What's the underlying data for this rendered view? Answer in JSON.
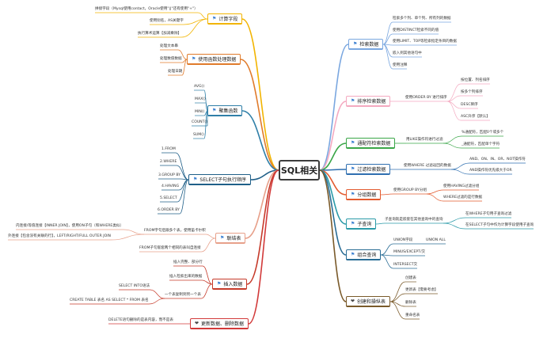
{
  "center": {
    "label": "SQL相关"
  },
  "branches": [
    {
      "label": "计算字段",
      "icon": "flag-icon",
      "color": "#f2b400",
      "children": [
        "拼接字段（Mysql使用contact，Oracle使用\"||\"还有使用\"+\"）",
        "使用别名，AS关键字",
        "执行算术运算【加减乘除】"
      ]
    },
    {
      "label": "使用函数处理数据",
      "icon": "flag-icon",
      "color": "#e07b2b",
      "children": [
        "处理文本串",
        "处理数值数据",
        "处理日期"
      ]
    },
    {
      "label": "聚集函数",
      "icon": "flag-icon",
      "color": "#2f7fa8",
      "children": [
        "AVG()",
        "MAX()",
        "MIN()",
        "COUNT()",
        "SUM()"
      ]
    },
    {
      "label": "SELECT子句执行顺序",
      "icon": "flag-icon",
      "color": "#1f5f88",
      "children": [
        "1.FROM",
        "2.WHERE",
        "3.GROUP BY",
        "4.HAVING",
        "5.SELECT",
        "6.ORDER BY"
      ]
    },
    {
      "label": "联结表",
      "icon": "flag-icon",
      "color": "#e7a08a",
      "children": [
        "FROM字句后跟多个表，使用笛卡尔积"
      ],
      "sub": [
        "内连接/等值连接【INNER JOIN】，使用ON子句（和WHERE类似）",
        "外连接【包含没有关联的行】，LEFT/RIGHT/FULL OUTER JOIN"
      ],
      "extra": "FROM子句嵌套两个相同的表叫自连接"
    },
    {
      "label": "插入数据",
      "icon": "flag-icon",
      "color": "#c63a2a",
      "children": [
        "插入完整、部分行",
        "插入检索出来的数据",
        "一个表复制到另一个表"
      ],
      "sub": [
        "SELECT INTO语法",
        "CREATE TABLE 表名 AS SELECT * FROM 表名"
      ]
    },
    {
      "label": "更新数据、删除数据",
      "icon": "heart-icon",
      "color": "#d23a3a",
      "children": [
        "DELETE语句删除的是表内容，而不是表"
      ]
    },
    {
      "label": "检索数据",
      "icon": "flag-icon",
      "color": "#7aa7e0",
      "children": [
        "检索多个列、单个列、所有列的数据",
        "使用DISTINCT检索不同的值",
        "使用LIMIT、TOP等检索指定条目的数据",
        "嵌入到其他语句中",
        "使用注释"
      ]
    },
    {
      "label": "排序检索数据",
      "icon": "flag-icon",
      "color": "#f4a9c0",
      "children": [
        "使用ORDER BY 进行排序"
      ],
      "sub": [
        "按位置、列名排序",
        "按多个列排序",
        "DESC降序",
        "ASC升序【默认】"
      ]
    },
    {
      "label": "通配符检索数据",
      "icon": "flag-icon",
      "color": "#3aa648",
      "children": [
        "用LIKE操作符进行过滤"
      ],
      "sub": [
        "%通配符，匹配0个或多个",
        "_通配符，匹配单个字符"
      ]
    },
    {
      "label": "过滤检索数据",
      "icon": "flag-icon",
      "color": "#2f6fb0",
      "children": [
        "使用WHERE 过滤返回的数据"
      ],
      "sub": [
        "AND、ON、IN、OR、NOT操作符",
        "AND操作符优先级大于OR"
      ]
    },
    {
      "label": "分组数据",
      "icon": "flag-icon",
      "color": "#e35a2e",
      "children": [
        "使用GROUP BY分组"
      ],
      "sub": [
        "使用HAVING过滤分组",
        "WHERE过滤的是行数据"
      ]
    },
    {
      "label": "子查询",
      "icon": "flag-icon",
      "color": "#2a9aa8",
      "children": [
        "子查询就是嵌套在其他查询中的查询"
      ],
      "sub": [
        "在WHERE子句用子查询过滤",
        "在SELECT子句中作为计算字段使用子查询"
      ]
    },
    {
      "label": "组合查询",
      "icon": "flag-icon",
      "color": "#2a6d95",
      "children": [
        "UNION字段",
        "MINUS/EXCEPT/交",
        "INTERSECT交"
      ],
      "extra": "UNION ALL"
    },
    {
      "label": "创建和操纵表",
      "icon": "heart-icon",
      "color": "#7a5a2a",
      "children": [
        "创建表",
        "更新表【需要考虑】",
        "删除表",
        "重命名表"
      ]
    }
  ]
}
